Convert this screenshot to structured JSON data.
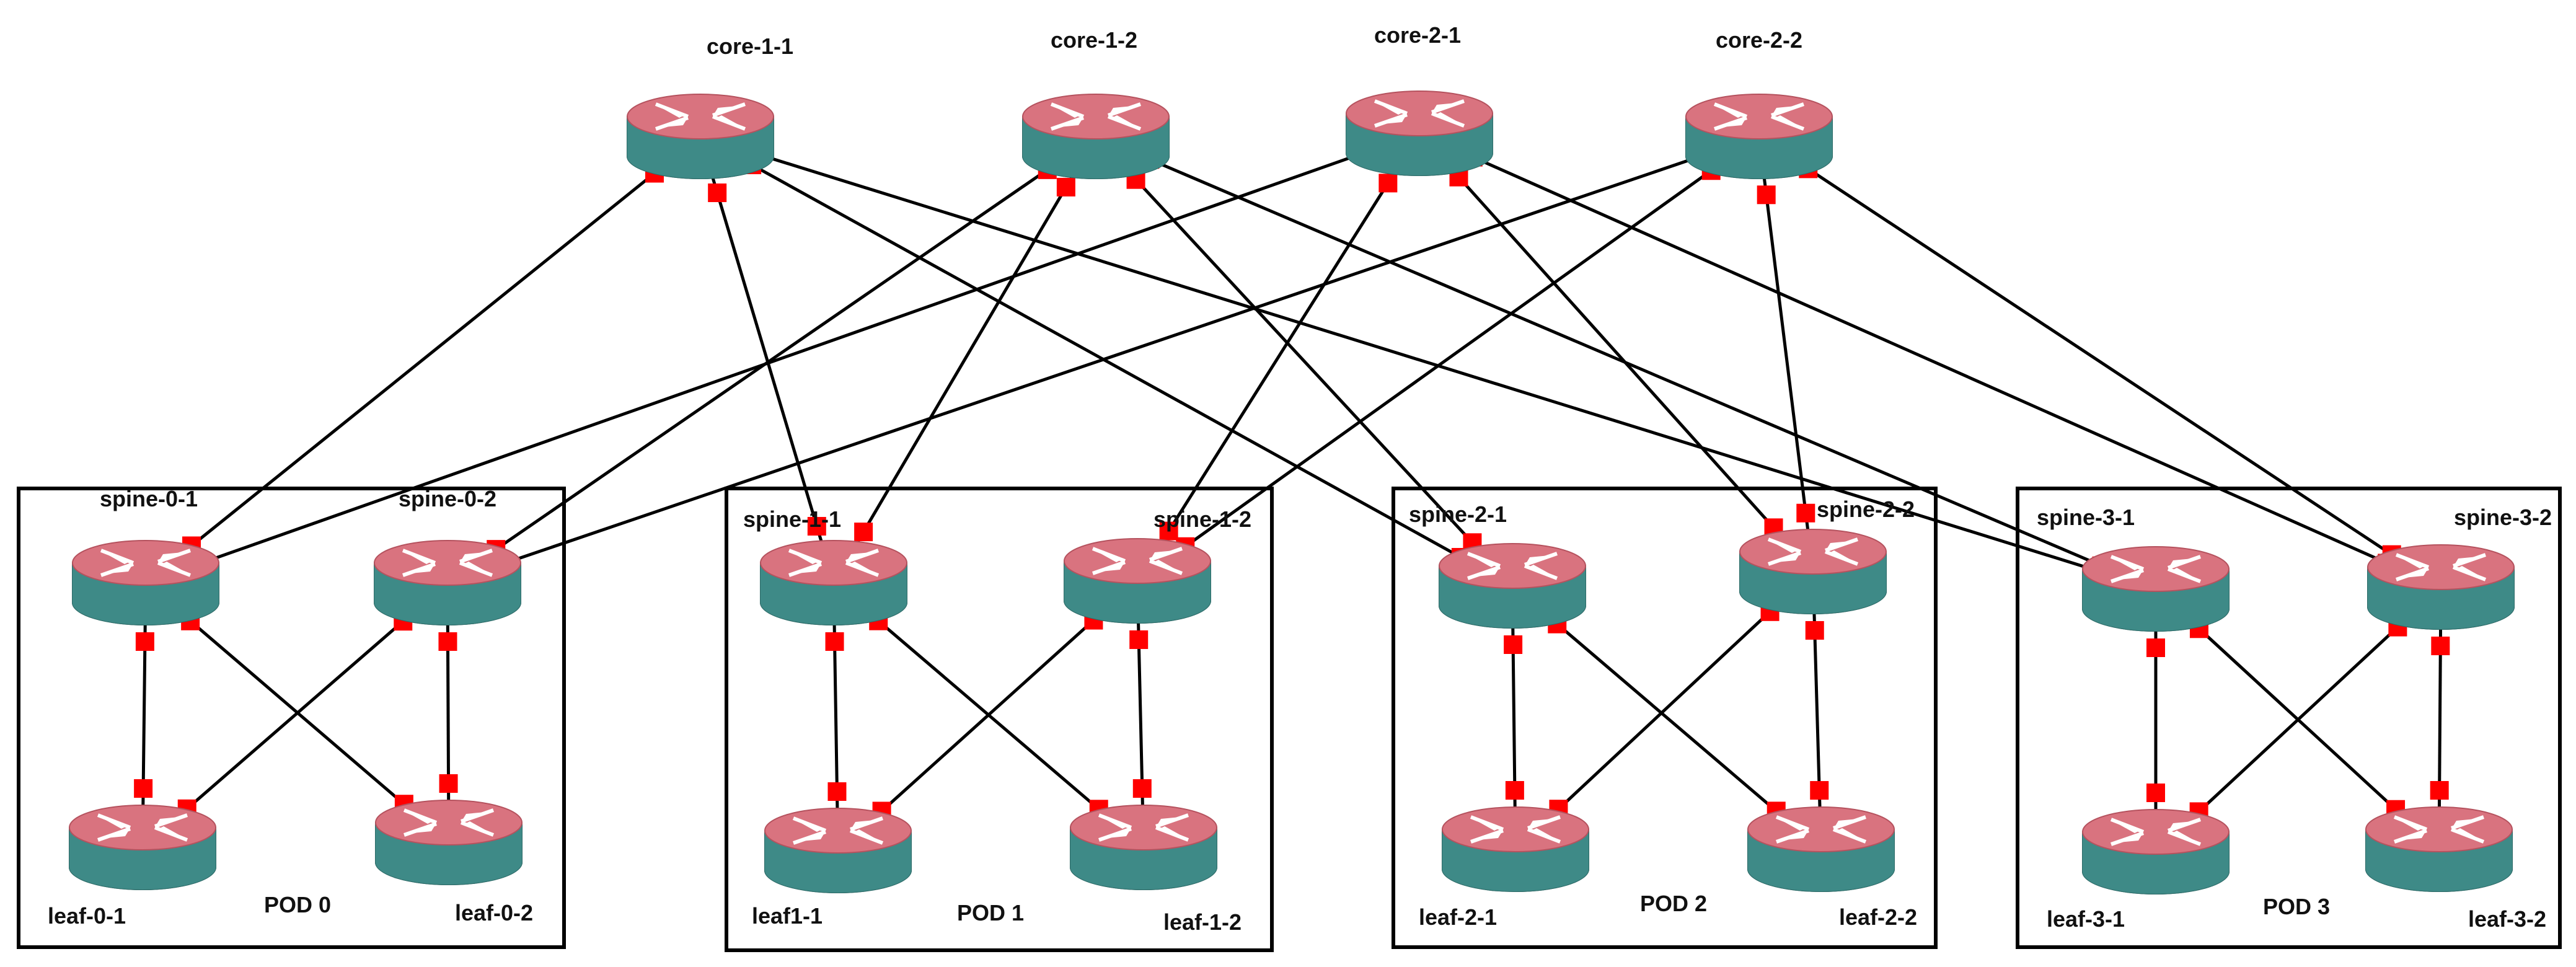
{
  "colors": {
    "router_top": "#d9737f",
    "router_side": "#3e8a87",
    "router_arrows": "#ffffff",
    "port": "#ff0000",
    "link": "#000000",
    "pod_border": "#000000"
  },
  "icons": {
    "router": "router-icon",
    "port": "port-marker"
  },
  "nodes": [
    {
      "id": "core-1-1",
      "label": "core-1-1",
      "role": "core"
    },
    {
      "id": "core-1-2",
      "label": "core-1-2",
      "role": "core"
    },
    {
      "id": "core-2-1",
      "label": "core-2-1",
      "role": "core"
    },
    {
      "id": "core-2-2",
      "label": "core-2-2",
      "role": "core"
    },
    {
      "id": "spine-0-1",
      "label": "spine-0-1",
      "role": "spine",
      "pod": "POD 0"
    },
    {
      "id": "spine-0-2",
      "label": "spine-0-2",
      "role": "spine",
      "pod": "POD 0"
    },
    {
      "id": "leaf-0-1",
      "label": "leaf-0-1",
      "role": "leaf",
      "pod": "POD 0"
    },
    {
      "id": "leaf-0-2",
      "label": "leaf-0-2",
      "role": "leaf",
      "pod": "POD 0"
    },
    {
      "id": "spine-1-1",
      "label": "spine-1-1",
      "role": "spine",
      "pod": "POD 1"
    },
    {
      "id": "spine-1-2",
      "label": "spine-1-2",
      "role": "spine",
      "pod": "POD 1"
    },
    {
      "id": "leaf1-1",
      "label": "leaf1-1",
      "role": "leaf",
      "pod": "POD 1"
    },
    {
      "id": "leaf-1-2",
      "label": "leaf-1-2",
      "role": "leaf",
      "pod": "POD 1"
    },
    {
      "id": "spine-2-1",
      "label": "spine-2-1",
      "role": "spine",
      "pod": "POD 2"
    },
    {
      "id": "spine-2-2",
      "label": "spine-2-2",
      "role": "spine",
      "pod": "POD 2"
    },
    {
      "id": "leaf-2-1",
      "label": "leaf-2-1",
      "role": "leaf",
      "pod": "POD 2"
    },
    {
      "id": "leaf-2-2",
      "label": "leaf-2-2",
      "role": "leaf",
      "pod": "POD 2"
    },
    {
      "id": "spine-3-1",
      "label": "spine-3-1",
      "role": "spine",
      "pod": "POD 3"
    },
    {
      "id": "spine-3-2",
      "label": "spine-3-2",
      "role": "spine",
      "pod": "POD 3"
    },
    {
      "id": "leaf-3-1",
      "label": "leaf-3-1",
      "role": "leaf",
      "pod": "POD 3"
    },
    {
      "id": "leaf-3-2",
      "label": "leaf-3-2",
      "role": "leaf",
      "pod": "POD 3"
    }
  ],
  "pods": [
    {
      "id": "pod-0",
      "label": "POD 0"
    },
    {
      "id": "pod-1",
      "label": "POD 1"
    },
    {
      "id": "pod-2",
      "label": "POD 2"
    },
    {
      "id": "pod-3",
      "label": "POD 3"
    }
  ],
  "links": [
    [
      "core-1-1",
      "spine-0-1"
    ],
    [
      "core-1-1",
      "spine-1-1"
    ],
    [
      "core-1-1",
      "spine-2-1"
    ],
    [
      "core-1-1",
      "spine-3-1"
    ],
    [
      "core-1-2",
      "spine-0-2"
    ],
    [
      "core-1-2",
      "spine-1-1"
    ],
    [
      "core-1-2",
      "spine-2-1"
    ],
    [
      "core-1-2",
      "spine-3-1"
    ],
    [
      "core-2-1",
      "spine-0-1"
    ],
    [
      "core-2-1",
      "spine-1-2"
    ],
    [
      "core-2-1",
      "spine-2-2"
    ],
    [
      "core-2-1",
      "spine-3-2"
    ],
    [
      "core-2-2",
      "spine-0-2"
    ],
    [
      "core-2-2",
      "spine-1-2"
    ],
    [
      "core-2-2",
      "spine-2-2"
    ],
    [
      "core-2-2",
      "spine-3-2"
    ],
    [
      "spine-0-1",
      "leaf-0-1"
    ],
    [
      "spine-0-1",
      "leaf-0-2"
    ],
    [
      "spine-0-2",
      "leaf-0-1"
    ],
    [
      "spine-0-2",
      "leaf-0-2"
    ],
    [
      "spine-1-1",
      "leaf1-1"
    ],
    [
      "spine-1-1",
      "leaf-1-2"
    ],
    [
      "spine-1-2",
      "leaf1-1"
    ],
    [
      "spine-1-2",
      "leaf-1-2"
    ],
    [
      "spine-2-1",
      "leaf-2-1"
    ],
    [
      "spine-2-1",
      "leaf-2-2"
    ],
    [
      "spine-2-2",
      "leaf-2-1"
    ],
    [
      "spine-2-2",
      "leaf-2-2"
    ],
    [
      "spine-3-1",
      "leaf-3-1"
    ],
    [
      "spine-3-1",
      "leaf-3-2"
    ],
    [
      "spine-3-2",
      "leaf-3-1"
    ],
    [
      "spine-3-2",
      "leaf-3-2"
    ]
  ]
}
